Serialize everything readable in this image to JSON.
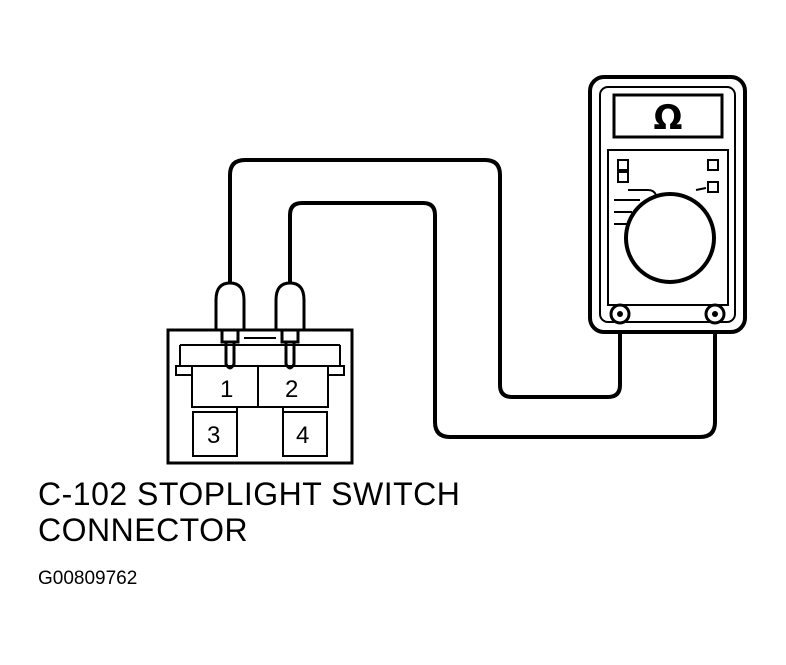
{
  "connector": {
    "pins": [
      "1",
      "2",
      "3",
      "4"
    ],
    "caption_line1": "C-102 STOPLIGHT SWITCH",
    "caption_line2": "CONNECTOR"
  },
  "meter": {
    "display_symbol": "Ω",
    "display_icon": "ohm-symbol-icon"
  },
  "figure_id": "G00809762"
}
